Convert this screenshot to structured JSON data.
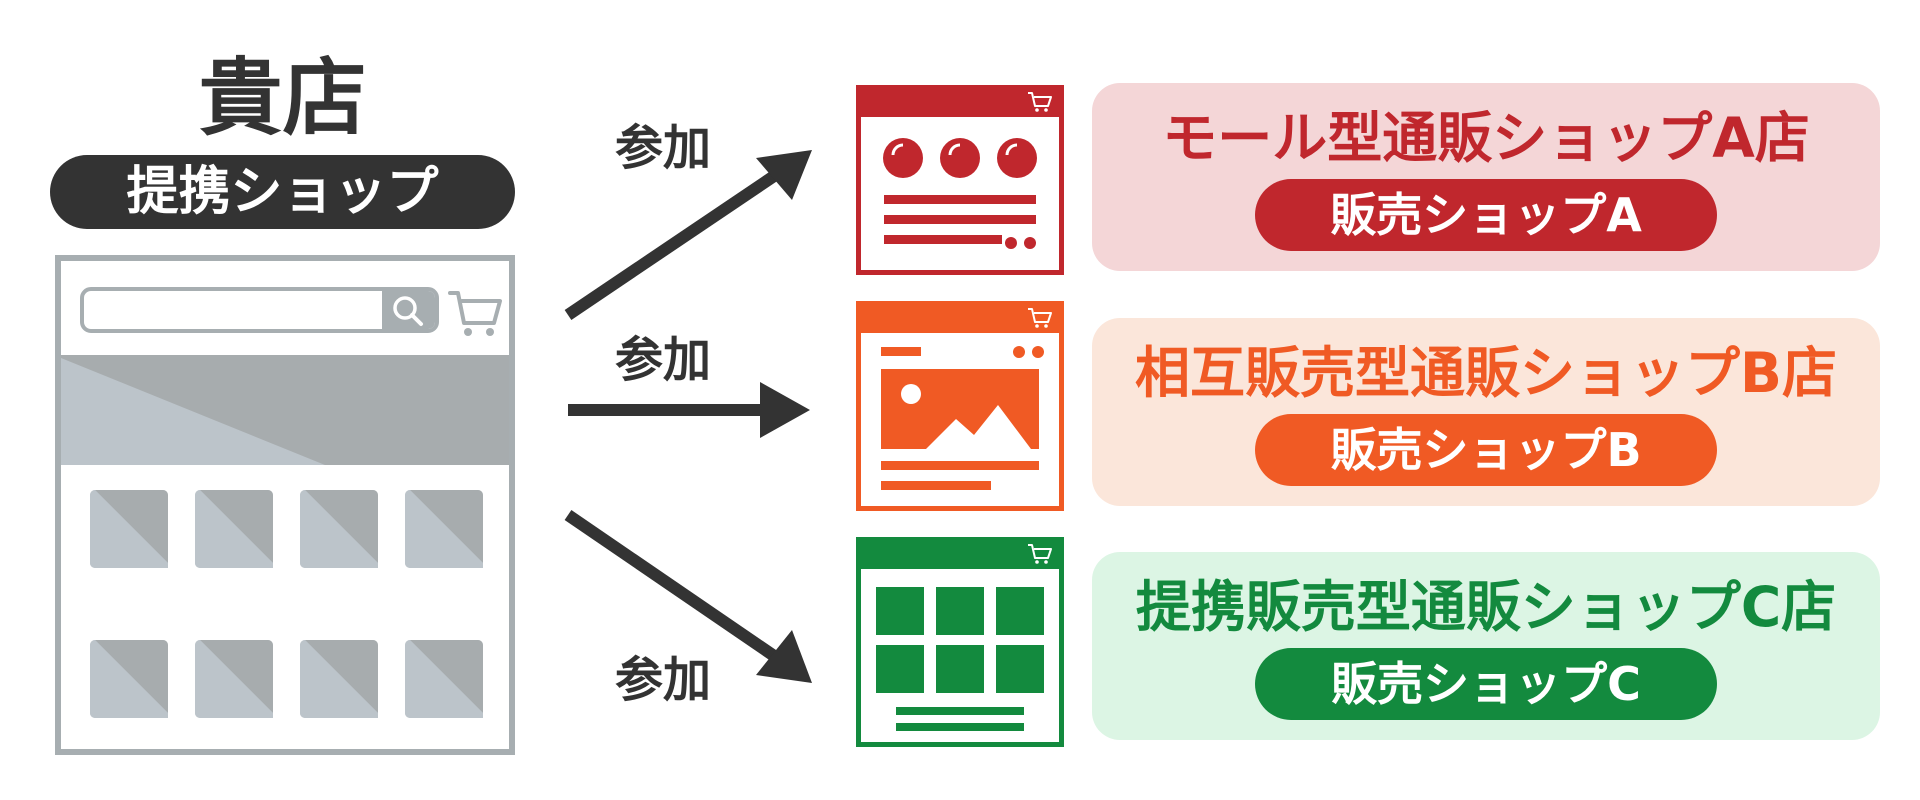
{
  "left": {
    "title": "貴店",
    "pill_label": "提携ショップ"
  },
  "arrows": {
    "top_label": "参加",
    "middle_label": "参加",
    "bottom_label": "参加"
  },
  "shops": [
    {
      "name": "モール型通販ショップA店",
      "badge": "販売ショップA",
      "color": "#c0272d",
      "bg": "#f4d6d7"
    },
    {
      "name": "相互販売型通販ショップB店",
      "badge": "販売ショップB",
      "color": "#f05a24",
      "bg": "#fbe6da"
    },
    {
      "name": "提携販売型通販ショップC店",
      "badge": "販売ショップC",
      "color": "#138a3e",
      "bg": "#dcf5e4"
    }
  ],
  "colors": {
    "dark": "#333333",
    "gray_frame": "#a7aeb1",
    "gray_light": "#bcc4ca",
    "gray_dark": "#a7acae"
  },
  "icons": [
    "search-icon",
    "cart-icon",
    "image-icon"
  ]
}
